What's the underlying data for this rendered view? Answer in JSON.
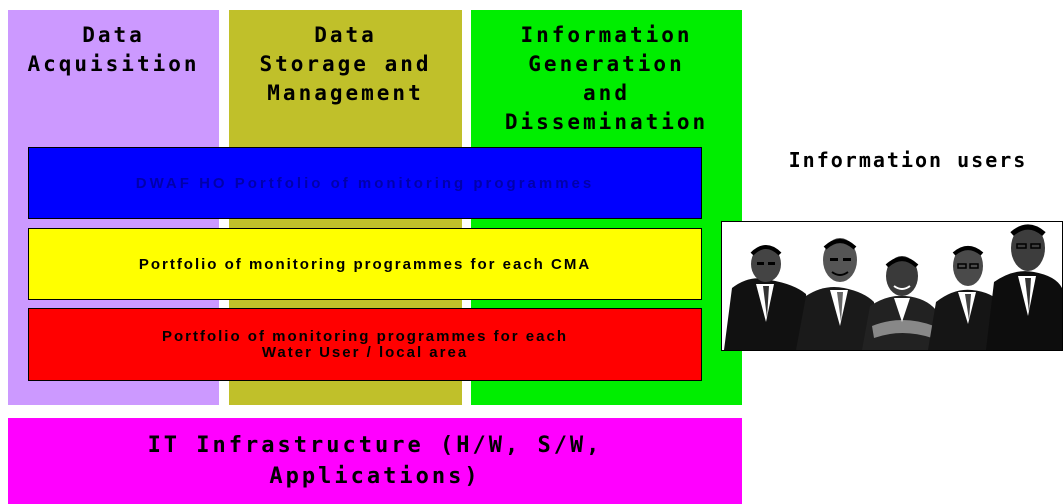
{
  "columns": [
    {
      "lines": [
        "Data",
        "Acquisition"
      ],
      "color": "#cc99ff"
    },
    {
      "lines": [
        "Data",
        "Storage and",
        "Management"
      ],
      "color": "#c0c02a"
    },
    {
      "lines": [
        "Information",
        "Generation",
        "and",
        "Dissemination"
      ],
      "color": "#00ee00"
    }
  ],
  "bands": {
    "dwaf": {
      "text": "DWAF HO Portfolio of monitoring programmes",
      "color": "#0000ff"
    },
    "cma": {
      "text": "Portfolio of monitoring programmes for each CMA",
      "color": "#ffff00"
    },
    "water_user": {
      "line1": "Portfolio of monitoring programmes for each",
      "line2": "Water User / local area",
      "color": "#ff0000"
    }
  },
  "it_infrastructure": {
    "line1": "IT Infrastructure (H/W, S/W,",
    "line2": "Applications)",
    "color": "#ff00ff"
  },
  "users": {
    "label": "Information users",
    "icon": "group-of-people-clipart"
  }
}
